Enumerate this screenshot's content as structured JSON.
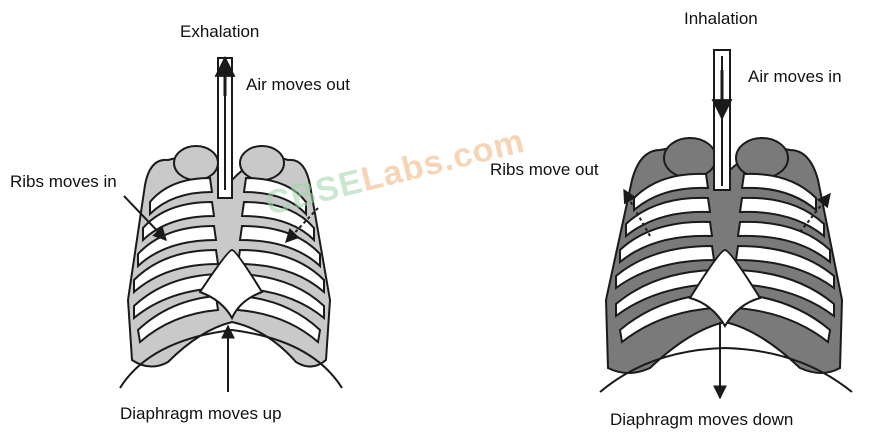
{
  "watermark": {
    "part1": "CBSE",
    "part2": "Labs.com"
  },
  "left_panel": {
    "title": "Exhalation",
    "air_label": "Air moves out",
    "ribs_label": "Ribs moves in",
    "diaphragm_label": "Diaphragm moves up"
  },
  "right_panel": {
    "title": "Inhalation",
    "air_label": "Air moves in",
    "ribs_label": "Ribs move out",
    "diaphragm_label": "Diaphragm moves down"
  },
  "colors": {
    "lung_exhale": "#c9c9c9",
    "lung_inhale": "#7a7a7a",
    "outline": "#1a1a1a",
    "rib_fill": "#ffffff"
  }
}
